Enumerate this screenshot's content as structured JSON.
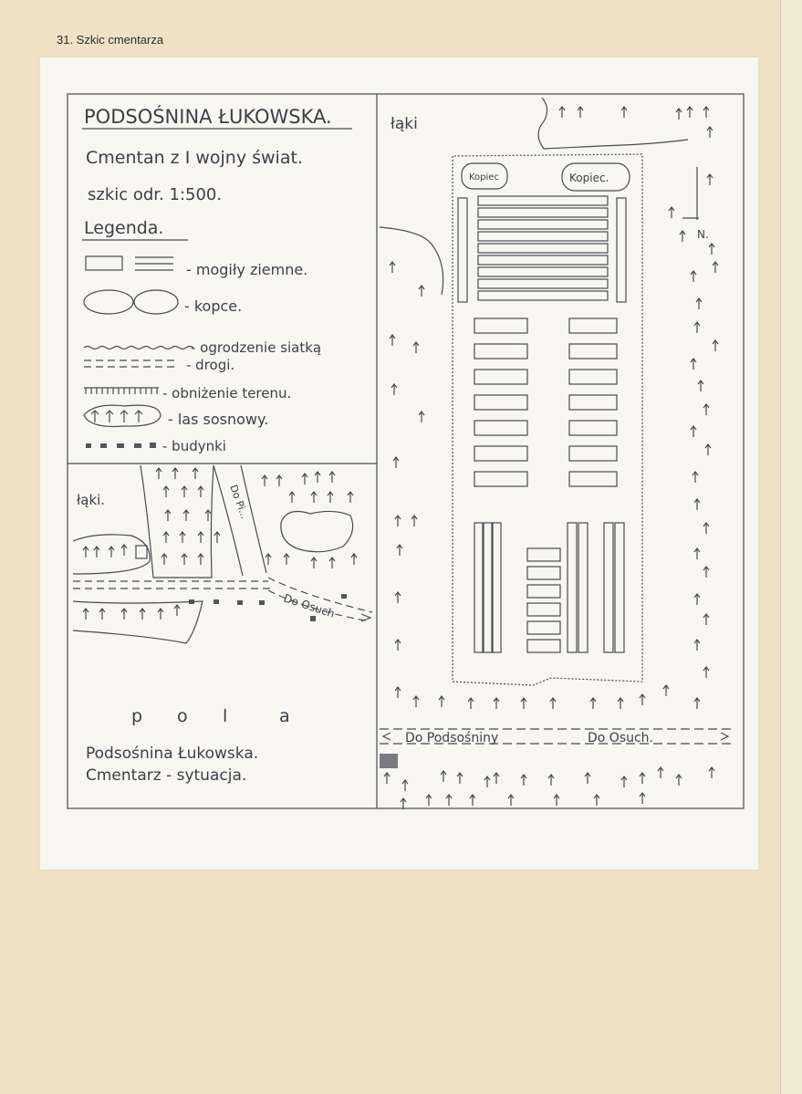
{
  "caption": "31. Szkic cmentarza",
  "legend": {
    "title_place": "PODSOŚNINA ŁUKOWSKA.",
    "line2": "Cmentan z I wojny świat.",
    "line3": "szkic odr. 1:500.",
    "heading": "Legenda.",
    "items": [
      "- mogiły ziemne.",
      "- kopce.",
      "- ogrodzenie siatką",
      "- drogi.",
      "- obniżenie terenu.",
      "- las sosnowy.",
      "- budynki"
    ]
  },
  "situation_map": {
    "meadow": "łąki.",
    "road_up": "Do Pi...",
    "road_right": "Do Osuch",
    "fields": [
      "p",
      "o",
      "l",
      "a"
    ],
    "caption_line1": "Podsośnina Łukowska.",
    "caption_line2": "Cmentarz - sytuacja."
  },
  "cemetery_map": {
    "meadow": "łąki",
    "mound_small": "Kopiec",
    "mound_large": "Kopiec.",
    "north": "N.",
    "road_left": "Do Podsośniny",
    "road_right": "Do Osuch."
  }
}
